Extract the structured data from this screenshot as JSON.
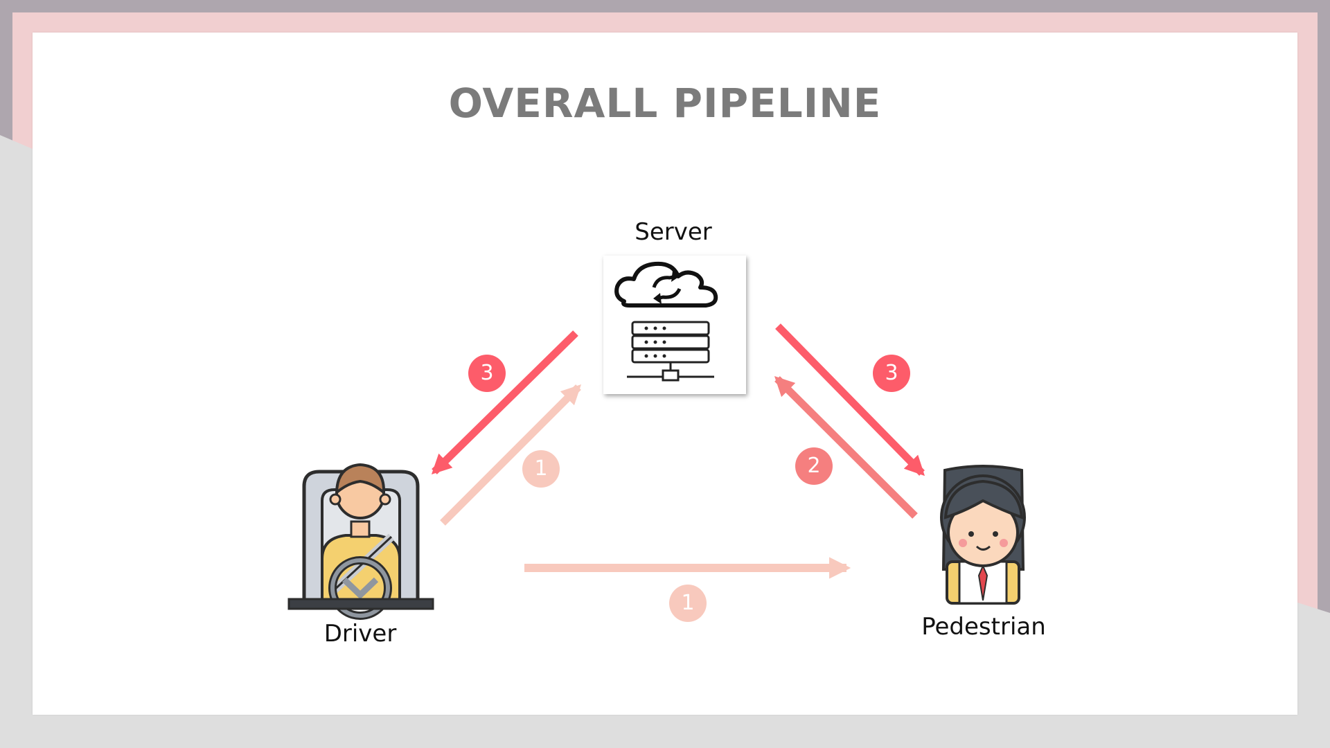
{
  "slide": {
    "title": "OVERALL PIPELINE"
  },
  "colors": {
    "title": "#7b7b7b",
    "step1": "#f8c9bd",
    "step2": "#f57f7f",
    "step3": "#fd5c6a",
    "frame_pink": "#f2cdcd",
    "frame_gray": "#aea6ae"
  },
  "nodes": {
    "server": {
      "label": "Server",
      "icons": [
        "cloud-sync-icon",
        "server-rack-icon"
      ]
    },
    "driver": {
      "label": "Driver",
      "icon": "driver-icon"
    },
    "pedestrian": {
      "label": "Pedestrian",
      "icon": "pedestrian-icon"
    }
  },
  "steps": [
    {
      "number": "3",
      "from": "Server",
      "to": "Driver"
    },
    {
      "number": "3",
      "from": "Server",
      "to": "Pedestrian"
    },
    {
      "number": "1",
      "from": "Driver",
      "to": "Server"
    },
    {
      "number": "2",
      "from": "Pedestrian",
      "to": "Server"
    },
    {
      "number": "1",
      "from": "Driver",
      "to": "Pedestrian"
    }
  ]
}
